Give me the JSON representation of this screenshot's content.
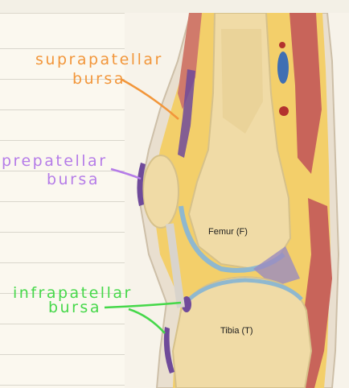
{
  "annotations": {
    "suprapatellar": {
      "line1": "suprapatellar",
      "line2": "bursa",
      "color": "#f2963a"
    },
    "prepatellar": {
      "line1": "prepatellar",
      "line2": "bursa",
      "color": "#b57ce8"
    },
    "infrapatellar": {
      "line1": "infrapatellar",
      "line2": "bursa",
      "color": "#46d84a"
    }
  },
  "figure_labels": {
    "femur": "Femur (F)",
    "tibia": "Tibia (T)"
  },
  "colors": {
    "paper": "#fbf8ef",
    "rule_line": "#d9d6cc",
    "bone": "#f0dba6",
    "fat": "#f3cf6a",
    "muscle": "#c8645a",
    "bursa": "#6f4a9a",
    "cartilage": "#8fb8cf"
  }
}
